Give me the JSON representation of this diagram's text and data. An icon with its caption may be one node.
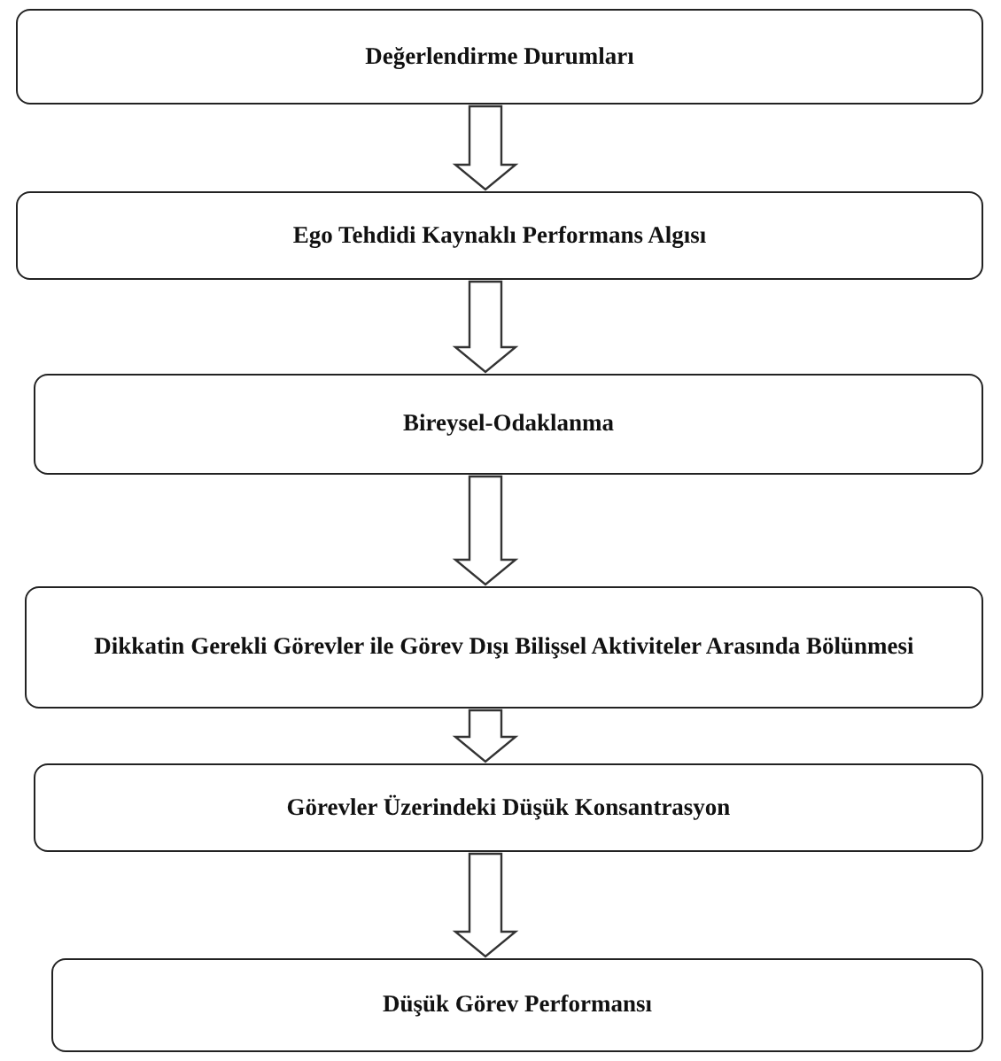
{
  "diagram": {
    "nodes": [
      {
        "text": [
          "Değerlendirme Durumları"
        ]
      },
      {
        "text": [
          "Ego Tehdidi Kaynaklı Performans Algısı"
        ]
      },
      {
        "text": [
          "Bireysel-Odaklanma"
        ]
      },
      {
        "text": [
          "Dikkatin Gerekli Görevler ile Görev Dışı Bilişsel Aktiviteler Arasında Bölünmesi"
        ]
      },
      {
        "text": [
          "Görevler Üzerindeki Düşük Konsantrasyon"
        ]
      },
      {
        "text": [
          "Düşük Görev Performansı"
        ]
      }
    ],
    "edges": [
      {
        "from": 0,
        "to": 1,
        "arrow": "to"
      },
      {
        "from": 1,
        "to": 2,
        "arrow": "to"
      },
      {
        "from": 2,
        "to": 3,
        "arrow": "to"
      },
      {
        "from": 3,
        "to": 4,
        "arrow": "to"
      },
      {
        "from": 4,
        "to": 5,
        "arrow": "to"
      }
    ]
  }
}
